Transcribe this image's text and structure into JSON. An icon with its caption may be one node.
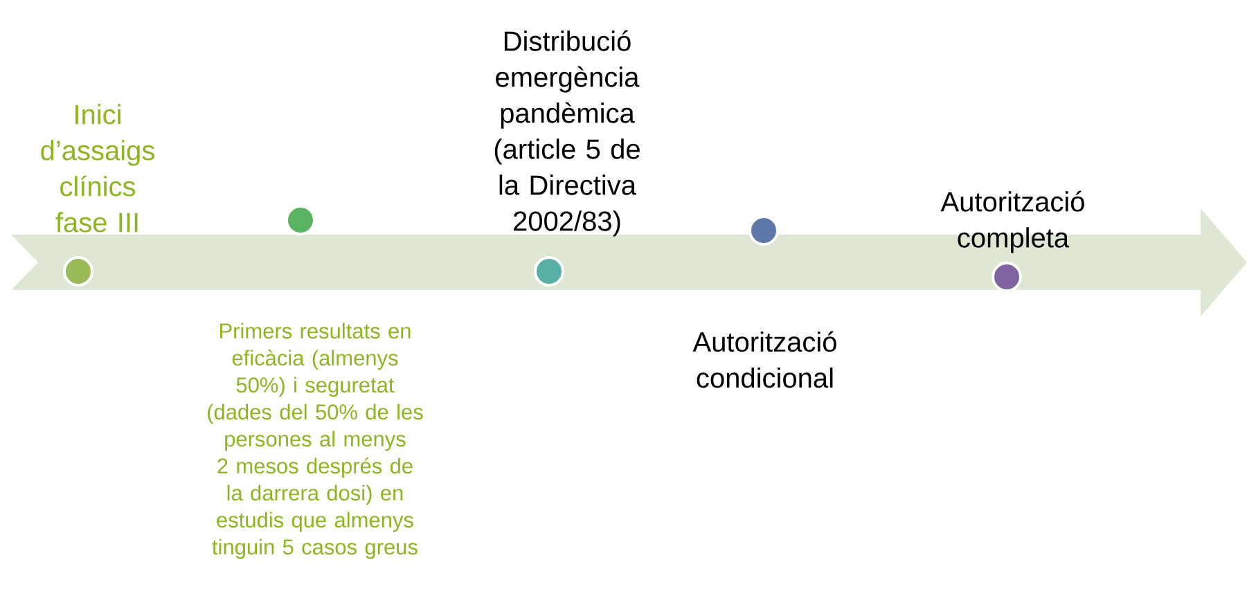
{
  "diagram": {
    "nodes": [
      {
        "text": [],
        "shape": "circle",
        "beside": [
          "Inici d’assaigs clínics fase III"
        ]
      },
      {
        "text": [],
        "shape": "circle"
      },
      {
        "text": [],
        "shape": "circle",
        "beside": [
          "Distribució emergència pandèmica (article 5 de la Directiva 2002/83)"
        ]
      },
      {
        "text": [],
        "shape": "circle",
        "beside": [
          "Autorització condicional"
        ]
      },
      {
        "text": [],
        "shape": "circle",
        "beside": [
          "Autorització completa"
        ]
      }
    ],
    "labels": [
      "Primers resultats en eficàcia (almenys 50%) i seguretat (dades del 50% de les persones al menys 2 mesos després de la darrera dosi) en estudis que almenys tinguin 5 casos greus"
    ]
  }
}
